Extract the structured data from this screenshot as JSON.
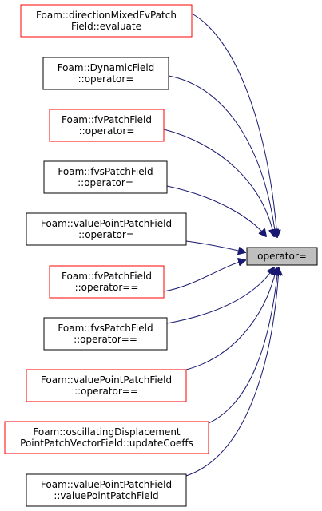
{
  "target": {
    "label": "operator=",
    "fill": "#bfbfbf",
    "border": "#000000"
  },
  "colors": {
    "edge": "#191970",
    "normal_border": "#000000",
    "highlight_border": "#ff0000",
    "node_fill": "#ffffff"
  },
  "callers": [
    {
      "lines": [
        "Foam::directionMixedFvPatch",
        "Field::evaluate"
      ],
      "highlight": true
    },
    {
      "lines": [
        "Foam::DynamicField",
        "::operator="
      ],
      "highlight": false
    },
    {
      "lines": [
        "Foam::fvPatchField",
        "::operator="
      ],
      "highlight": true
    },
    {
      "lines": [
        "Foam::fvsPatchField",
        "::operator="
      ],
      "highlight": false
    },
    {
      "lines": [
        "Foam::valuePointPatchField",
        "::operator="
      ],
      "highlight": false
    },
    {
      "lines": [
        "Foam::fvPatchField",
        "::operator=="
      ],
      "highlight": true
    },
    {
      "lines": [
        "Foam::fvsPatchField",
        "::operator=="
      ],
      "highlight": false
    },
    {
      "lines": [
        "Foam::valuePointPatchField",
        "::operator=="
      ],
      "highlight": true
    },
    {
      "lines": [
        "Foam::oscillatingDisplacement",
        "PointPatchVectorField::updateCoeffs"
      ],
      "highlight": true
    },
    {
      "lines": [
        "Foam::valuePointPatchField",
        "::valuePointPatchField"
      ],
      "highlight": false
    }
  ]
}
